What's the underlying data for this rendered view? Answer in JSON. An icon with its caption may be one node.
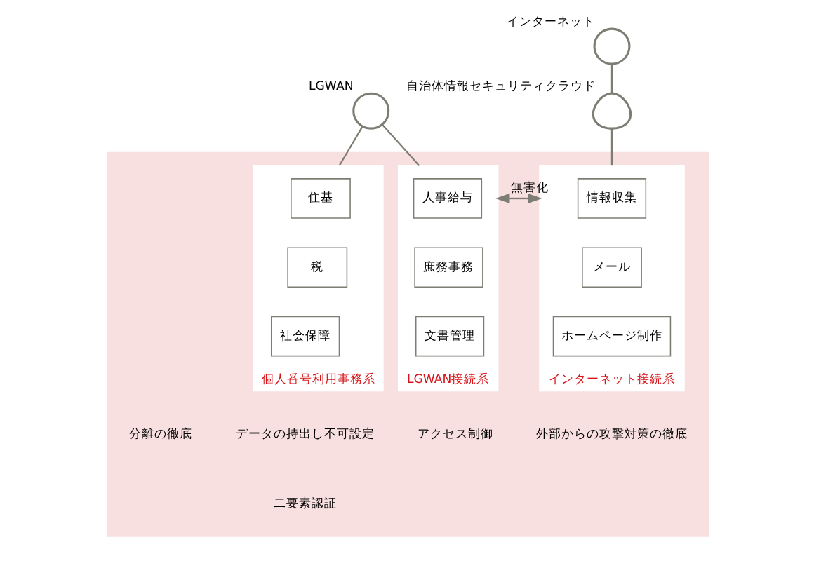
{
  "diagram": {
    "nodes": [
      {
        "text": [],
        "shape": "box"
      },
      {
        "text": [
          "個人番号利用事務系"
        ],
        "in": 0
      },
      {
        "text": [
          "住基"
        ],
        "in": 1
      },
      {
        "text": [
          "税"
        ],
        "in": 1
      },
      {
        "text": [
          "社会保障"
        ],
        "in": 1
      },
      {
        "text": [
          "LGWAN接続系"
        ],
        "in": 0
      },
      {
        "text": [
          "人事給与"
        ],
        "in": 5
      },
      {
        "text": [
          "庶務事務"
        ],
        "in": 5
      },
      {
        "text": [
          "文書管理"
        ],
        "in": 5
      },
      {
        "text": [
          "インターネット接続系"
        ],
        "in": 0
      },
      {
        "text": [
          "情報収集"
        ],
        "in": 9
      },
      {
        "text": [
          "メール"
        ],
        "in": 9
      },
      {
        "text": [
          "ホームページ制作"
        ],
        "in": 9
      },
      {
        "text": [],
        "shape": "circle",
        "beside": [
          "LGWAN"
        ]
      },
      {
        "text": [],
        "shape": "circle",
        "beside": [
          "インターネット"
        ]
      },
      {
        "text": [],
        "shape": "cloud",
        "beside": [
          "自治体情報セキュリティクラウド"
        ]
      }
    ],
    "edges": [
      {
        "from": 13,
        "to": 1,
        "arrow": "none"
      },
      {
        "from": 13,
        "to": 5,
        "arrow": "none"
      },
      {
        "from": 14,
        "to": 15,
        "arrow": "none"
      },
      {
        "from": 15,
        "to": 9,
        "arrow": "none"
      },
      {
        "from": 5,
        "to": 9,
        "arrow": "both",
        "label": "無害化"
      }
    ],
    "labels": [
      "分離の徹底",
      "データの持出し不可設定",
      "二要素認証",
      "アクセス制御",
      "外部からの攻撃対策の徹底"
    ]
  }
}
